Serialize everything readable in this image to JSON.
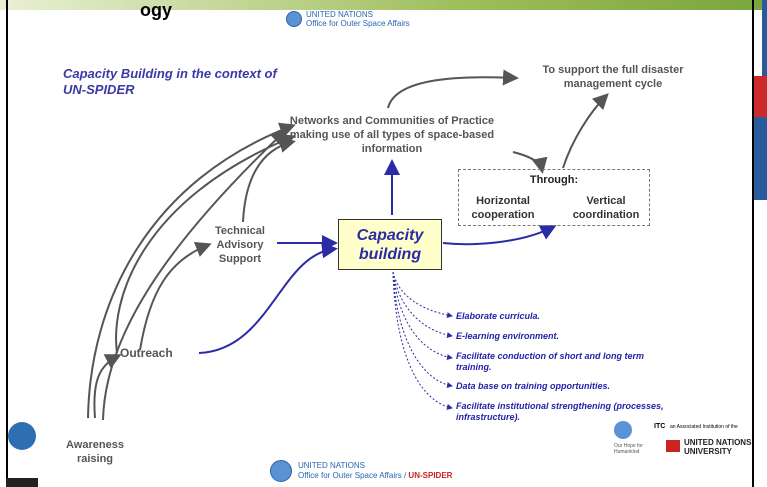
{
  "header": {
    "title_fragment": "ogy"
  },
  "un_logo_top": {
    "line1": "UNITED NATIONS",
    "line2": "Office for Outer Space Affairs"
  },
  "diagram": {
    "title": "Capacity Building in the context of UN-SPIDER",
    "support": "To support the full disaster management cycle",
    "networks": "Networks and Communities of Practice making use of all types of space-based information",
    "through": "Through:",
    "horizontal": "Horizontal cooperation",
    "vertical": "Vertical coordination",
    "technical": "Technical Advisory Support",
    "capacity": [
      "Capacity",
      "building"
    ],
    "outreach": "Outreach",
    "awareness": "Awareness raising",
    "list": [
      "Elaborate curricula.",
      "E-learning environment.",
      "Facilitate conduction of short and long term training.",
      "Data base on training opportunities.",
      "Facilitate institutional strengthening (processes, infrastructure)."
    ]
  },
  "footer": {
    "un_line1": "UNITED NATIONS",
    "un_line2a": "Office for Outer Space Affairs / ",
    "un_line2b": "UN-SPIDER",
    "partner_itc": "ITC",
    "partner_itc_sub": "an Associated Institution of the",
    "partner_unu_1": "UNITED NATIONS",
    "partner_unu_2": "UNIVERSITY",
    "partner_tag": "Our Hope for Humankind"
  },
  "colors": {
    "accent_blue": "#2b2ba6",
    "arrow_gray": "#555555",
    "box_fill": "#ffffcc"
  }
}
